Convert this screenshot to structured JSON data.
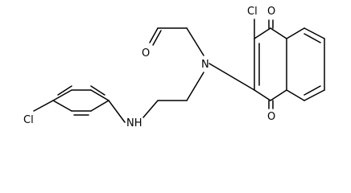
{
  "molecule": {
    "atoms": {
      "cl_quinone": "Cl",
      "o_top": "O",
      "o_bottom": "O",
      "n_center": "N",
      "o_aldehyde": "O",
      "nh": "NH",
      "cl_phenyl": "Cl"
    },
    "colors": {
      "bond": "#000000",
      "background": "#ffffff"
    }
  }
}
